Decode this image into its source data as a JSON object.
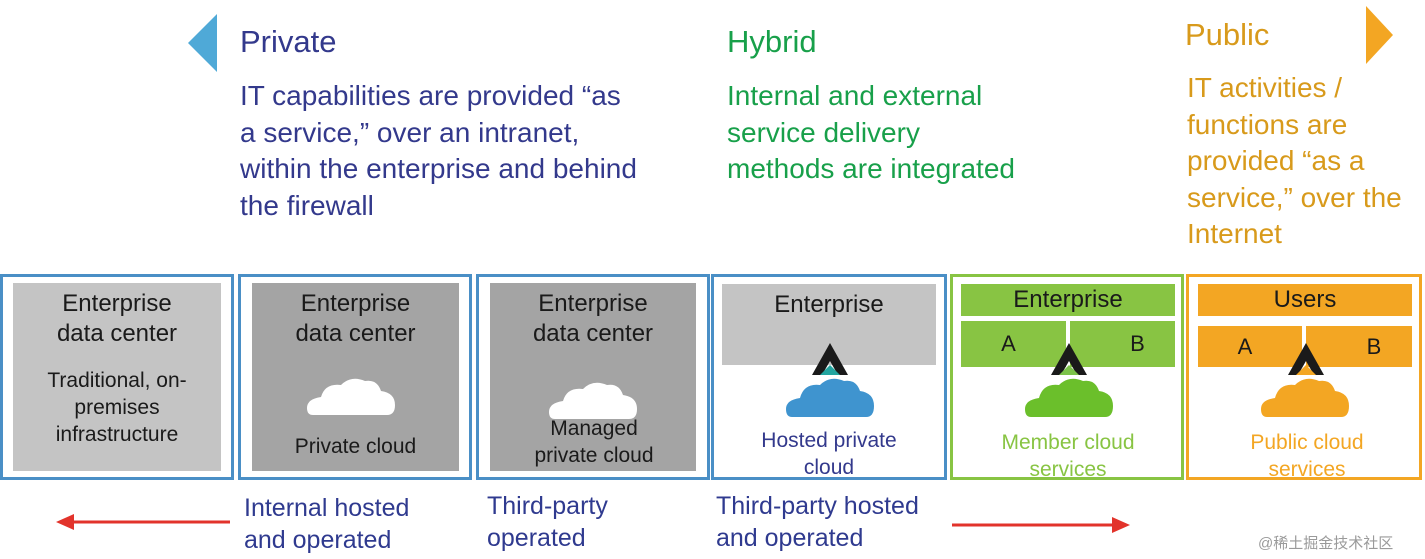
{
  "colors": {
    "private": "#33398c",
    "hybrid": "#18a04a",
    "public": "#d89a1b",
    "blue_border": "#4a8fc6",
    "green": "#88c443",
    "orange": "#f3a623",
    "red_arrow": "#e2332b",
    "arrow_left": "#4fa9d7"
  },
  "private": {
    "title": "Private",
    "description": "IT capabilities are provided “as a service,” over an intranet, within the enterprise and behind the firewall"
  },
  "hybrid": {
    "title": "Hybrid",
    "description": "Internal and external service delivery methods are integrated"
  },
  "public": {
    "title": "Public",
    "description": "IT activities / functions are provided “as a service,” over the Internet"
  },
  "panels": [
    {
      "box_line1": "Enterprise",
      "box_line2": "data center",
      "text": "Traditional, on-premises infrastructure"
    },
    {
      "box_line1": "Enterprise",
      "box_line2": "data center",
      "caption": "Private cloud"
    },
    {
      "box_line1": "Enterprise",
      "box_line2": "data center",
      "caption": "Managed private cloud"
    },
    {
      "box_line1": "Enterprise",
      "caption": "Hosted private cloud"
    },
    {
      "bar": "Enterprise",
      "a": "A",
      "b": "B",
      "caption": "Member cloud services"
    },
    {
      "bar": "Users",
      "a": "A",
      "b": "B",
      "caption": "Public cloud services"
    }
  ],
  "bottom_labels": {
    "internal": "Internal hosted and operated",
    "third_party": "Third-party operated",
    "third_party_hosted": "Third-party hosted and operated"
  },
  "watermark": "@稀土掘金技术社区"
}
